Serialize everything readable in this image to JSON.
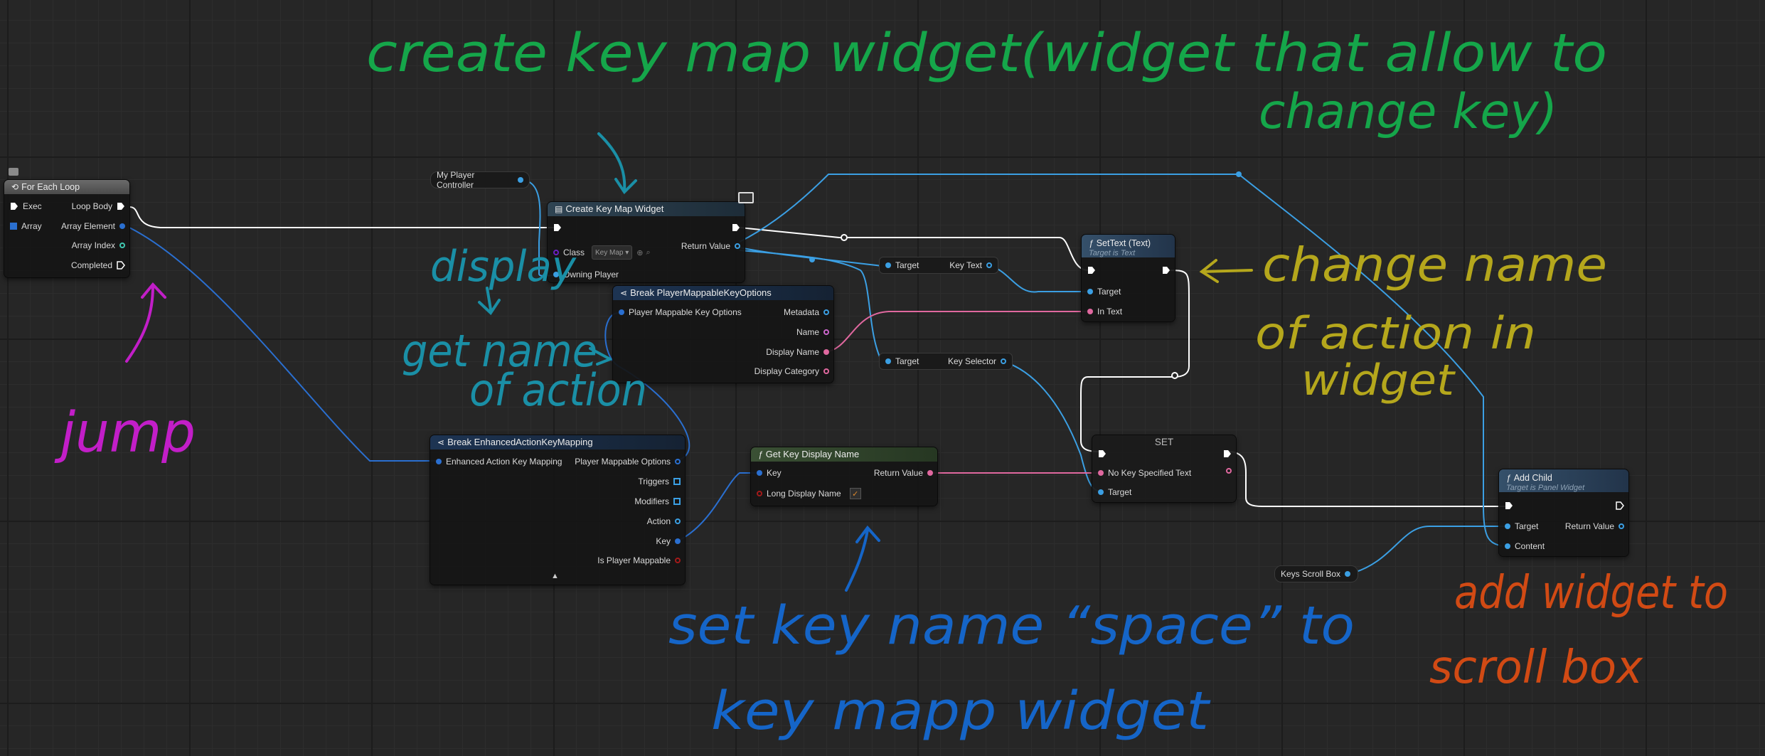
{
  "colors": {
    "exec": "#ffffff",
    "object": "#3b9fe3",
    "struct": "#2a6fd0",
    "string": "#e36d88",
    "text": "#e0689f",
    "name": "#cc66cc",
    "bool": "#a31a1a",
    "int": "#40c8b0",
    "class": "#6a1fc2",
    "ink_green": "#15a64a",
    "ink_teal": "#1a8fa6",
    "ink_magenta": "#c21ec8",
    "ink_yellow": "#b5a71c",
    "ink_blue": "#1565c8",
    "ink_orange": "#d14a14"
  },
  "nodes": {
    "for_each": {
      "title": "For Each Loop",
      "exec": "Exec",
      "array": "Array",
      "loop_body": "Loop Body",
      "array_element": "Array Element",
      "array_index": "Array Index",
      "completed": "Completed"
    },
    "my_player_controller": "My Player Controller",
    "create_widget": {
      "title": "Create Key Map Widget",
      "class_label": "Class",
      "class_value": "Key Map",
      "return_value": "Return Value",
      "owning_player": "Owning Player"
    },
    "settext_target": {
      "target": "Target",
      "output": "Key Text"
    },
    "set_text": {
      "title": "SetText (Text)",
      "subtitle": "Target is Text",
      "target": "Target",
      "in_text": "In Text"
    },
    "break_mappable": {
      "title": "Break PlayerMappableKeyOptions",
      "input": "Player Mappable Key Options",
      "outputs": [
        "Metadata",
        "Name",
        "Display Name",
        "Display Category"
      ]
    },
    "keyselector_target": {
      "target": "Target",
      "output": "Key Selector"
    },
    "set_node": {
      "title": "SET",
      "no_key": "No Key Specified Text",
      "target": "Target"
    },
    "break_enhanced": {
      "title": "Break EnhancedActionKeyMapping",
      "input": "Enhanced Action Key Mapping",
      "outputs": [
        "Player Mappable Options",
        "Triggers",
        "Modifiers",
        "Action",
        "Key",
        "Is Player Mappable"
      ]
    },
    "get_key_display": {
      "title": "Get Key Display Name",
      "key": "Key",
      "return_value": "Return Value",
      "long": "Long Display Name"
    },
    "add_child": {
      "title": "Add Child",
      "subtitle": "Target is Panel Widget",
      "target": "Target",
      "return_value": "Return Value",
      "content": "Content"
    },
    "keys_scroll_box": "Keys Scroll Box"
  },
  "annotations": {
    "green_line1": "create key map widget(widget that allow to",
    "green_line2": "change key)",
    "teal_word1": "display",
    "teal_line2": "get name",
    "teal_line3": "of action",
    "magenta": "jump",
    "yellow_line1": "change name",
    "yellow_line2": "of action in",
    "yellow_line3": "widget",
    "blue_line1": "set key name “space” to",
    "blue_line2": "key mapp widget",
    "orange_line1": "add widget to",
    "orange_line2": "scroll box"
  }
}
